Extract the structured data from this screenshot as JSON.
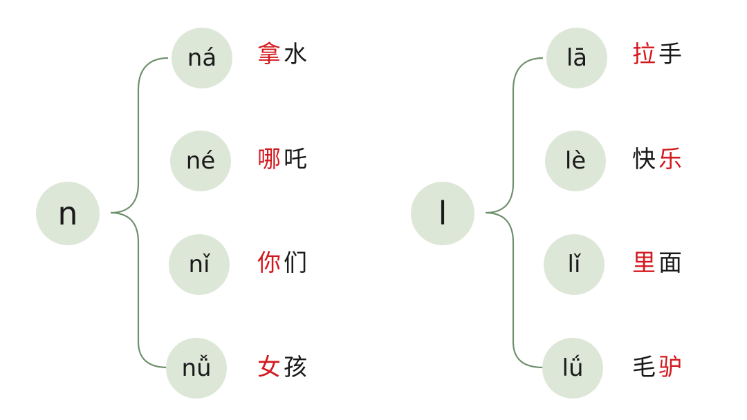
{
  "colors": {
    "circle": "#dde7d8",
    "brace": "#6f8f6d",
    "highlight": "#d3191e",
    "text": "#1a1a1a"
  },
  "groups": [
    {
      "root": "n",
      "items": [
        {
          "pinyin": "ná",
          "word": [
            {
              "ch": "拿",
              "hl": true
            },
            {
              "ch": "水",
              "hl": false
            }
          ]
        },
        {
          "pinyin": "né",
          "word": [
            {
              "ch": "哪",
              "hl": true
            },
            {
              "ch": "吒",
              "hl": false
            }
          ]
        },
        {
          "pinyin": "nǐ",
          "word": [
            {
              "ch": "你",
              "hl": true
            },
            {
              "ch": "们",
              "hl": false
            }
          ]
        },
        {
          "pinyin": "nǚ",
          "word": [
            {
              "ch": "女",
              "hl": true
            },
            {
              "ch": "孩",
              "hl": false
            }
          ]
        }
      ]
    },
    {
      "root": "l",
      "items": [
        {
          "pinyin": "lā",
          "word": [
            {
              "ch": "拉",
              "hl": true
            },
            {
              "ch": "手",
              "hl": false
            }
          ]
        },
        {
          "pinyin": "lè",
          "word": [
            {
              "ch": "快",
              "hl": false
            },
            {
              "ch": "乐",
              "hl": true
            }
          ]
        },
        {
          "pinyin": "lǐ",
          "word": [
            {
              "ch": "里",
              "hl": true
            },
            {
              "ch": "面",
              "hl": false
            }
          ]
        },
        {
          "pinyin": "lǘ",
          "word": [
            {
              "ch": "毛",
              "hl": false
            },
            {
              "ch": "驴",
              "hl": true
            }
          ]
        }
      ]
    }
  ]
}
